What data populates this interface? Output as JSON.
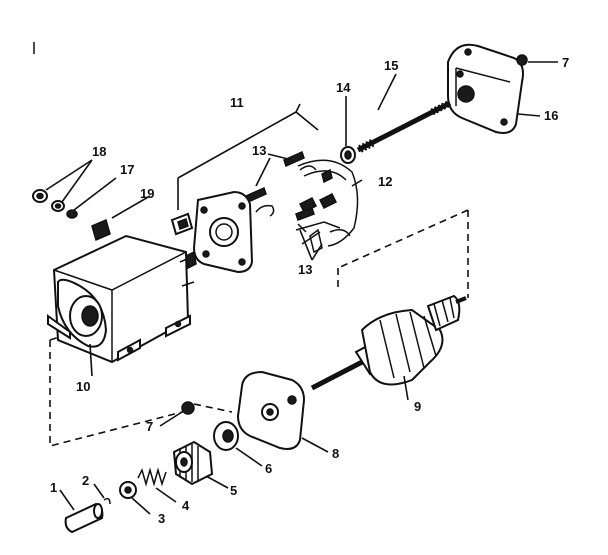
{
  "labels": {
    "p1": "1",
    "p2": "2",
    "p3": "3",
    "p4": "4",
    "p5": "5",
    "p6": "6",
    "p7a": "7",
    "p7b": "7",
    "p8": "8",
    "p9": "9",
    "p10": "10",
    "p11": "11",
    "p12": "12",
    "p13a": "13",
    "p13b": "13",
    "p14": "14",
    "p15": "15",
    "p16": "16",
    "p17": "17",
    "p18": "18",
    "p19": "19"
  }
}
